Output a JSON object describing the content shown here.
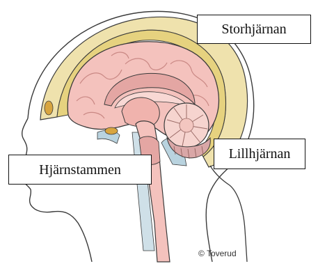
{
  "labels": {
    "cerebrum": "Storhjärnan",
    "cerebellum": "Lillhjärnan",
    "brainstem": "Hjärnstammen"
  },
  "credit": "© Toverud",
  "colors": {
    "cerebrum": "#f4c2bd",
    "cerebrum_shadow": "#e4a6a3",
    "meninges": "#e6d27f",
    "skull": "#efe2ad",
    "csf": "#b9d3df",
    "outline": "#3a3a3a",
    "skin": "#ffffff"
  }
}
